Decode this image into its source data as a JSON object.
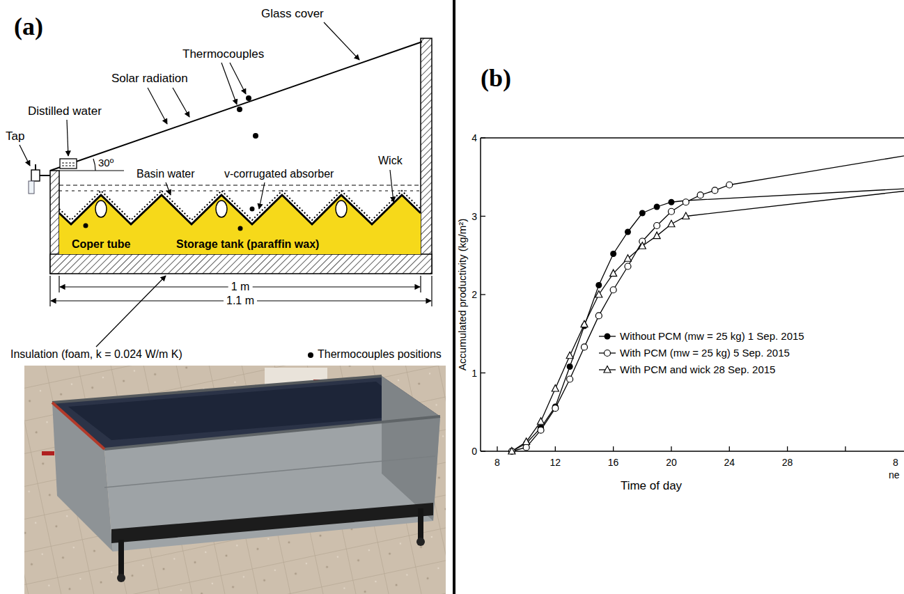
{
  "diagram": {
    "nodes": [
      {
        "text": [
          "Coper tube",
          "Storage tank (paraffin wax)"
        ]
      }
    ],
    "labels": [
      "(a)",
      "Glass cover",
      "Solar radiation",
      "Thermocouples",
      "Distilled water",
      "Tap",
      "30º",
      "Basin water",
      "v-corrugated absorber",
      "Wick",
      "1 m",
      "1.1 m",
      "Insulation (foam, k = 0.024 W/m K)",
      "(b)",
      "Accumulated productivity (kg/m²)",
      "0",
      "1",
      "2",
      "3",
      "4",
      "8",
      "12",
      "16",
      "20",
      "24",
      "28",
      "8",
      "ne",
      "Time of day"
    ],
    "legend": [
      {
        "text": "Thermocouples positions"
      },
      {
        "text": "Without PCM  (mw = 25 kg) 1 Sep. 2015"
      },
      {
        "text": "With PCM  (mw = 25 kg) 5 Sep. 2015"
      },
      {
        "text": "With PCM and wick 28 Sep. 2015"
      }
    ]
  }
}
